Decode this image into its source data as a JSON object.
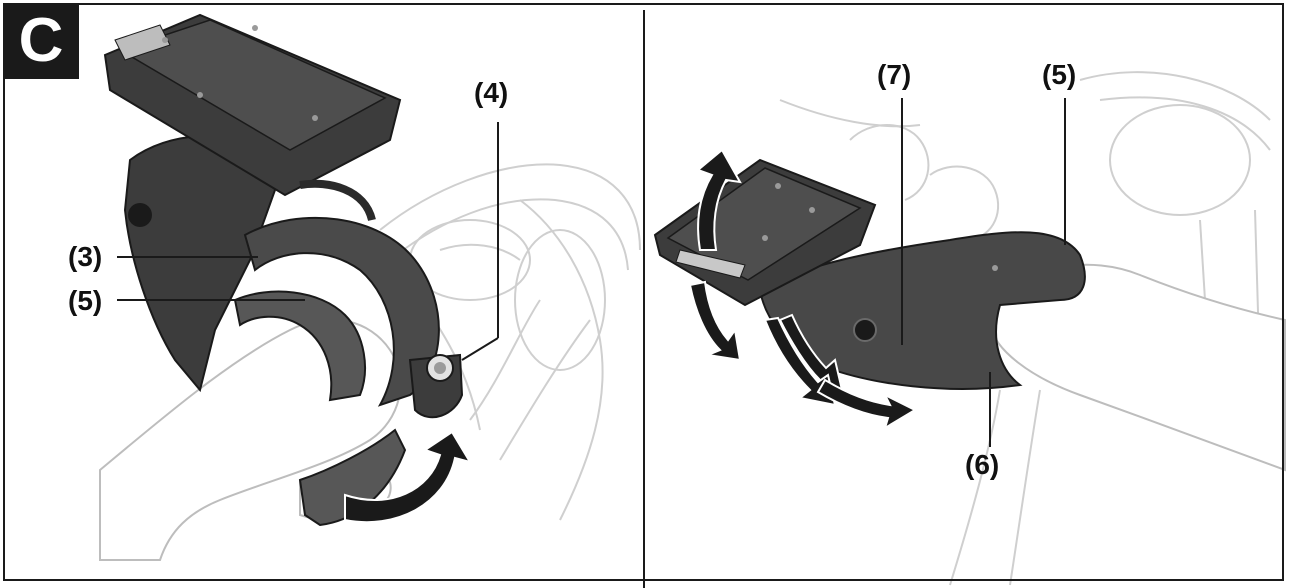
{
  "figure": {
    "letter": "C"
  },
  "panels": [
    {
      "callouts": [
        {
          "id": "left-callout-3",
          "label": "(3)"
        },
        {
          "id": "left-callout-5",
          "label": "(5)"
        },
        {
          "id": "left-callout-4",
          "label": "(4)"
        }
      ]
    },
    {
      "callouts": [
        {
          "id": "right-callout-7",
          "label": "(7)"
        },
        {
          "id": "right-callout-5",
          "label": "(5)"
        },
        {
          "id": "right-callout-6",
          "label": "(6)"
        }
      ]
    }
  ],
  "colors": {
    "ink": "#1a1a1a",
    "part_dark": "#3c3c3c",
    "part_mid": "#575757",
    "outline_light": "#c8c8c8",
    "background": "#ffffff"
  }
}
